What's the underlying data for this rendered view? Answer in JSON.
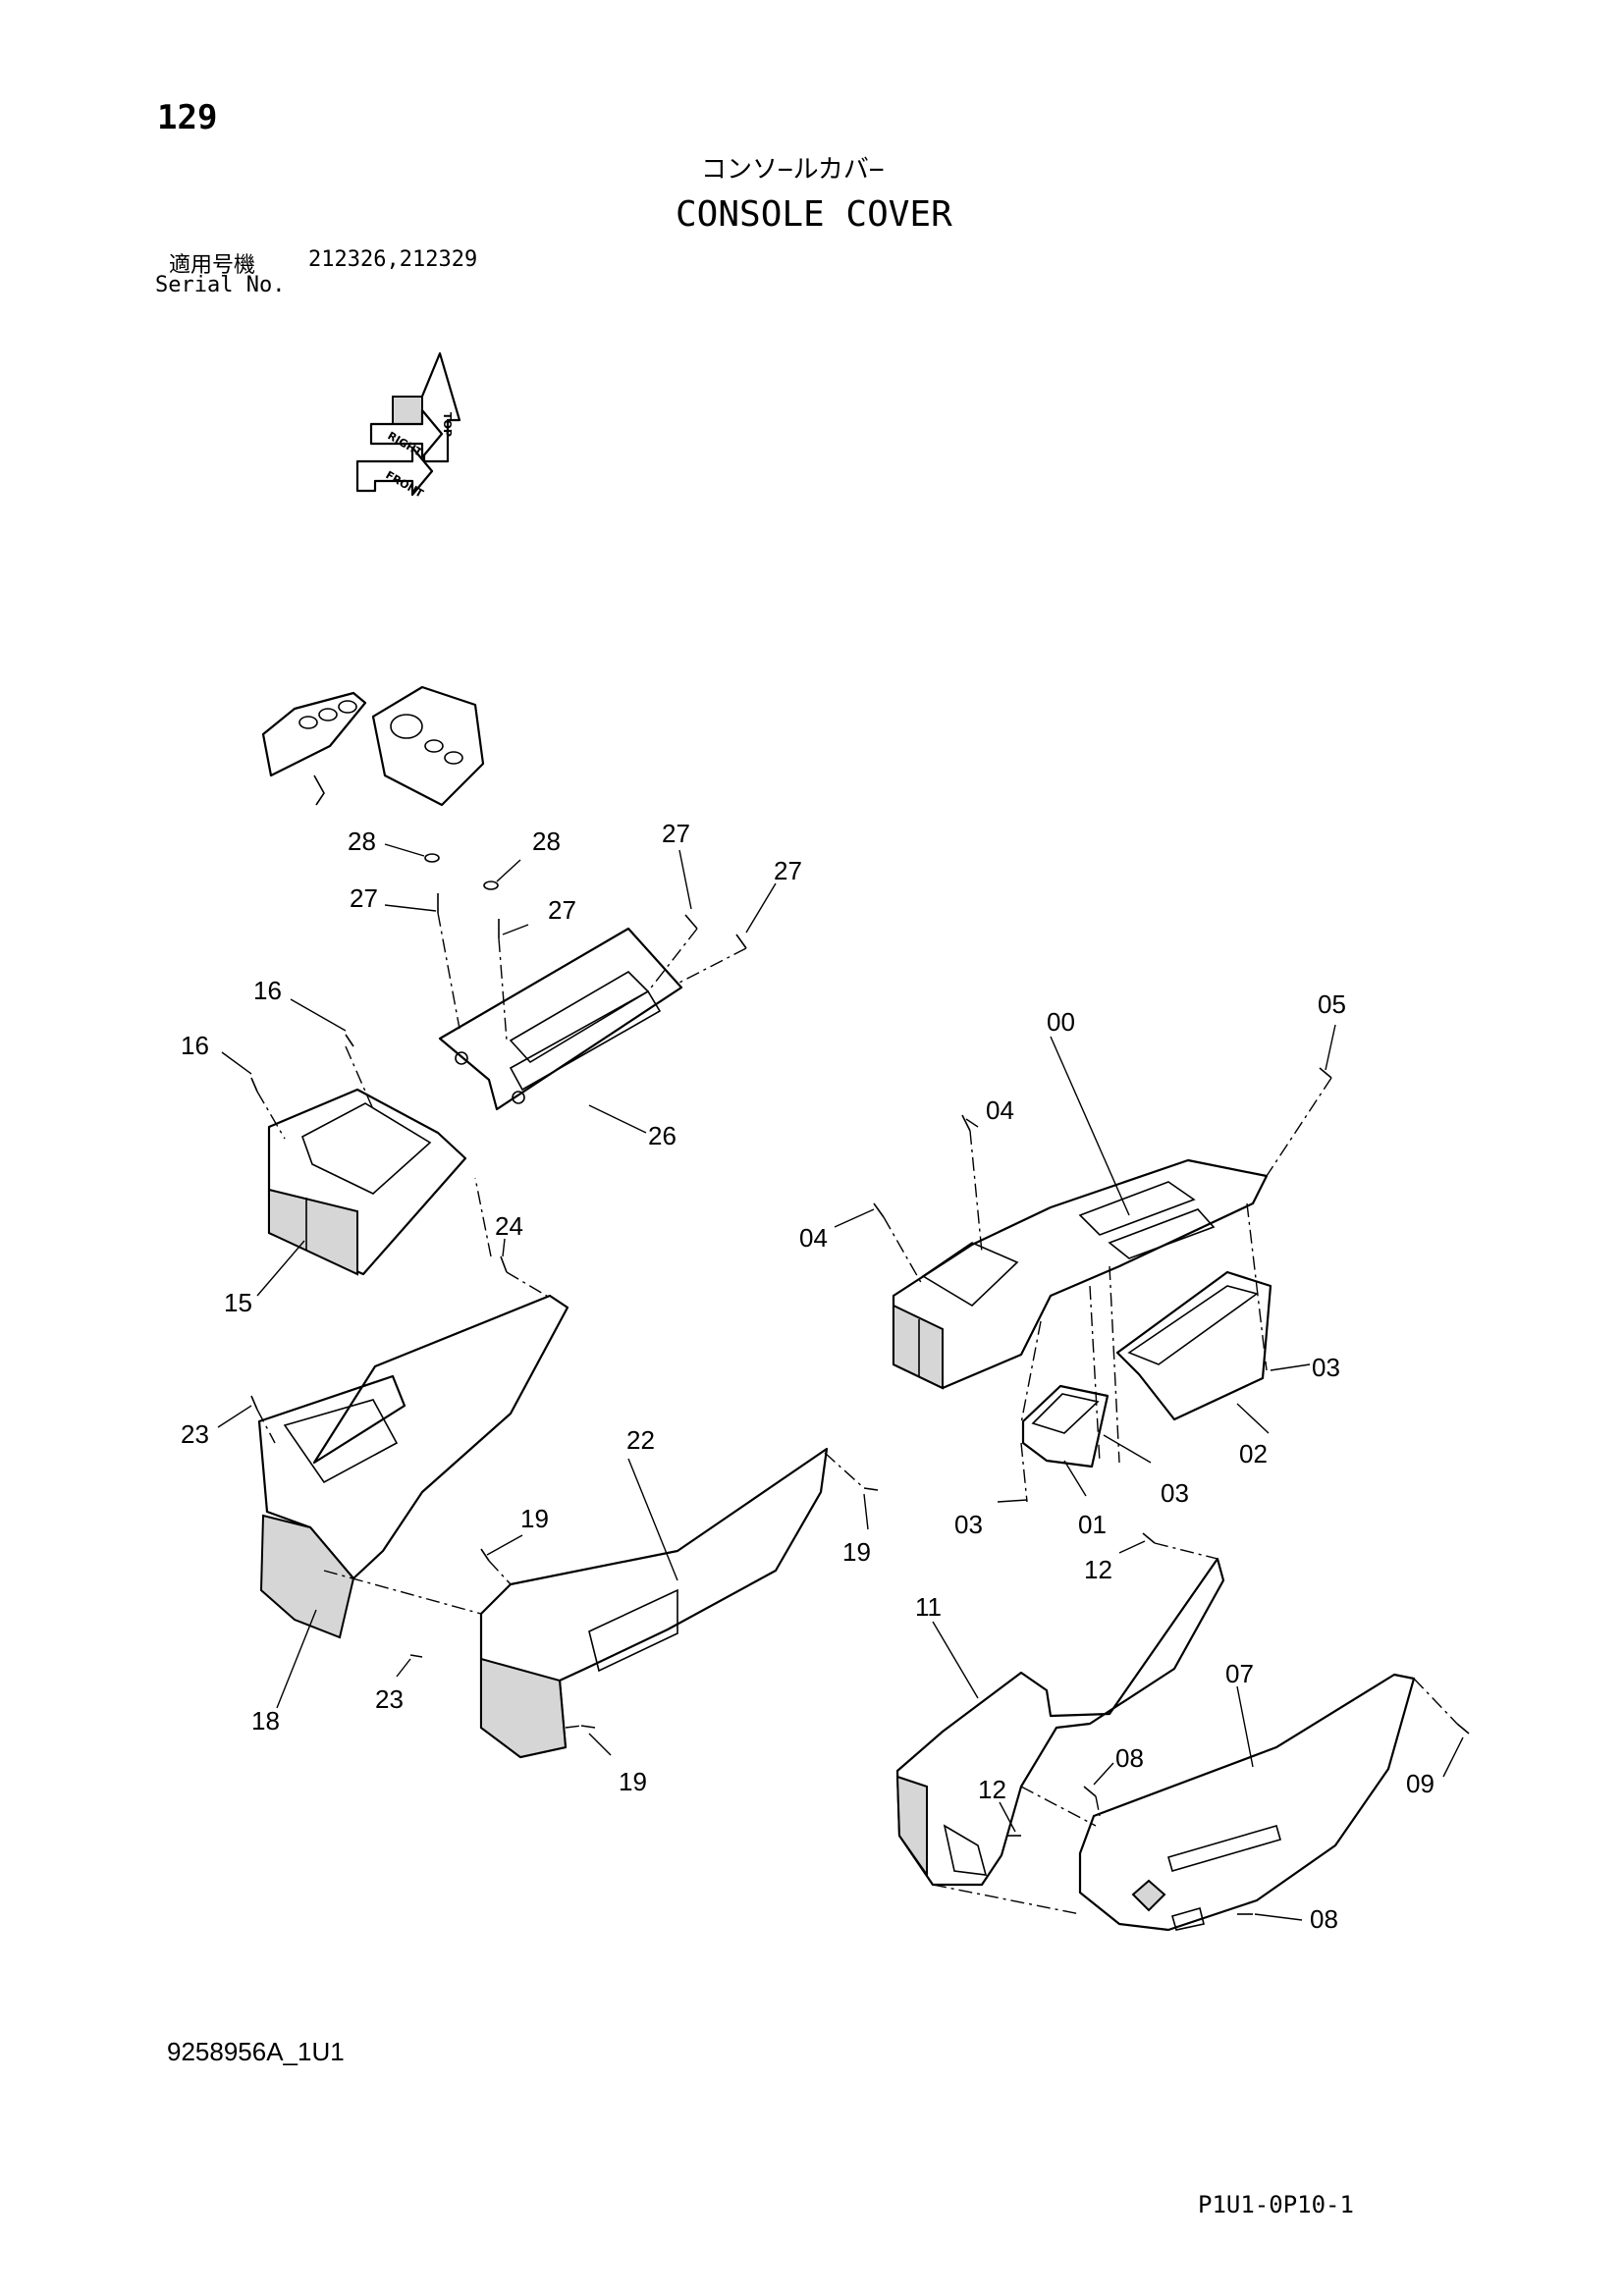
{
  "header": {
    "page_number": "129",
    "title_jp": "コンソ−ルカバ−",
    "title_en": "CONSOLE COVER",
    "serial_label_jp": "適用号機",
    "serial_values": "212326,212329",
    "serial_label_en": "Serial No."
  },
  "orientation_arrows": {
    "top": "TOP",
    "right": "RIGHT",
    "front": "FRONT"
  },
  "callouts": {
    "c00": "00",
    "c01": "01",
    "c02": "02",
    "c03a": "03",
    "c03b": "03",
    "c03c": "03",
    "c04a": "04",
    "c04b": "04",
    "c05": "05",
    "c07": "07",
    "c08a": "08",
    "c08b": "08",
    "c09": "09",
    "c11": "11",
    "c12a": "12",
    "c12b": "12",
    "c15": "15",
    "c16a": "16",
    "c16b": "16",
    "c18": "18",
    "c19a": "19",
    "c19b": "19",
    "c19c": "19",
    "c22": "22",
    "c23a": "23",
    "c23b": "23",
    "c24": "24",
    "c26": "26",
    "c27a": "27",
    "c27b": "27",
    "c27c": "27",
    "c27d": "27",
    "c28a": "28",
    "c28b": "28"
  },
  "footer": {
    "doc_code": "9258956A_1U1",
    "page_code": "P1U1-0P10-1"
  }
}
